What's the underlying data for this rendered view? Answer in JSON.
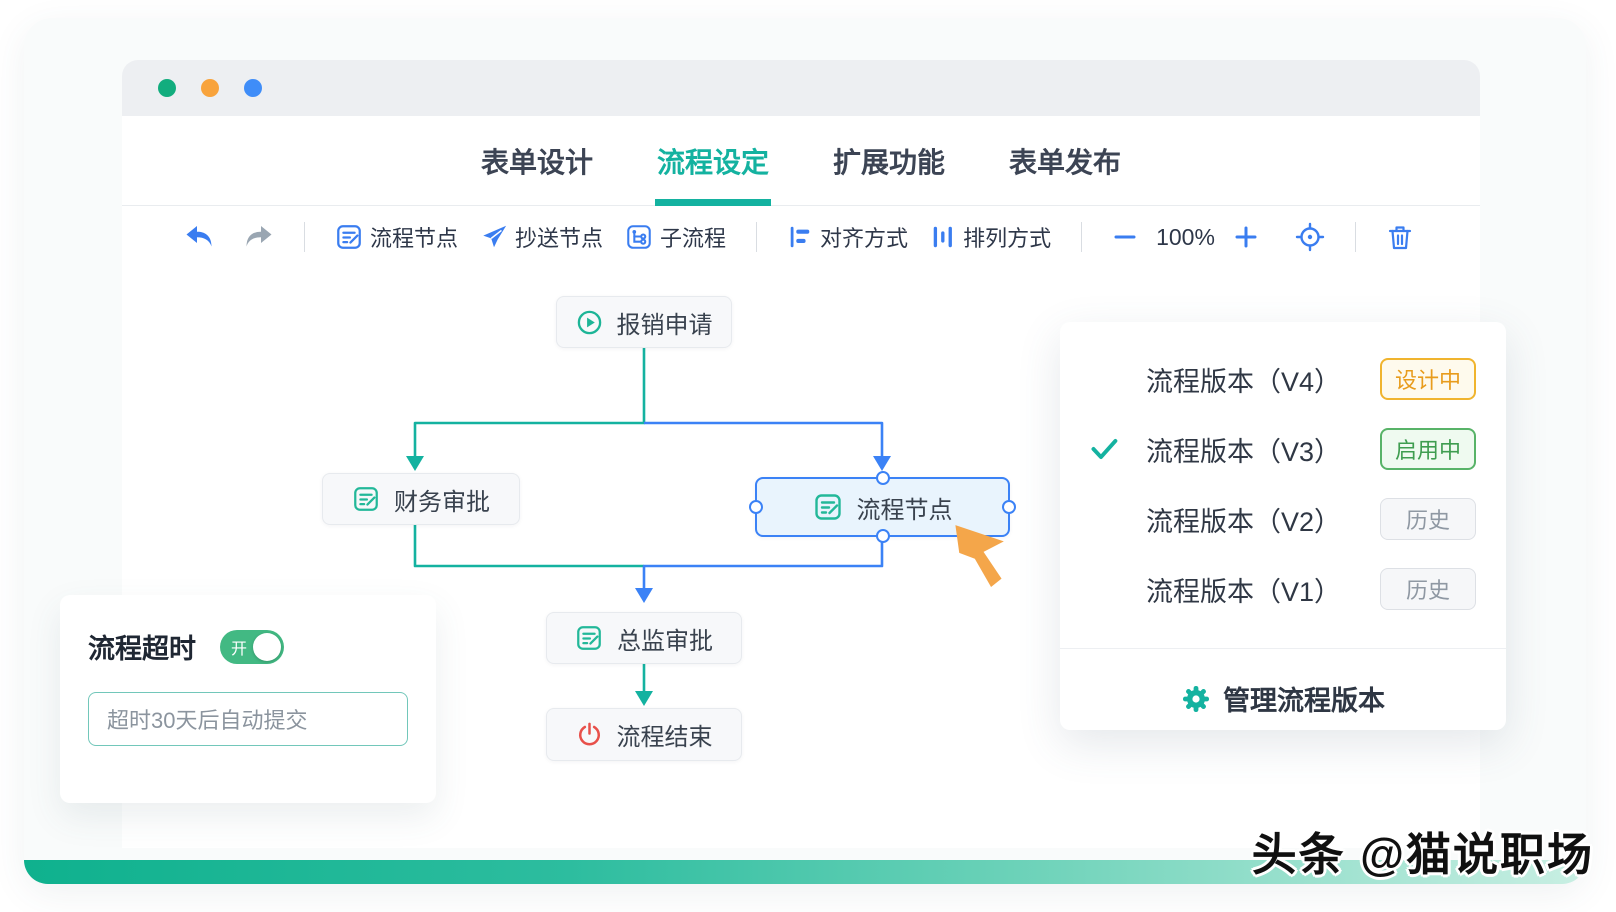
{
  "tabs": {
    "items": [
      {
        "label": "表单设计",
        "active": false
      },
      {
        "label": "流程设定",
        "active": true
      },
      {
        "label": "扩展功能",
        "active": false
      },
      {
        "label": "表单发布",
        "active": false
      }
    ]
  },
  "toolbar": {
    "node_button": "流程节点",
    "cc_button": "抄送节点",
    "subflow_button": "子流程",
    "align_button": "对齐方式",
    "arrange_button": "排列方式",
    "zoom_level": "100%"
  },
  "flow": {
    "nodes": [
      {
        "label": "报销申请",
        "type": "start"
      },
      {
        "label": "财务审批",
        "type": "approval"
      },
      {
        "label": "流程节点",
        "type": "approval",
        "selected": true
      },
      {
        "label": "总监审批",
        "type": "approval"
      },
      {
        "label": "流程结束",
        "type": "end"
      }
    ]
  },
  "version_panel": {
    "items": [
      {
        "label": "流程版本（V4）",
        "badge": "设计中",
        "status": "design",
        "checked": false
      },
      {
        "label": "流程版本（V3）",
        "badge": "启用中",
        "status": "active",
        "checked": true
      },
      {
        "label": "流程版本（V2）",
        "badge": "历史",
        "status": "history",
        "checked": false
      },
      {
        "label": "流程版本（V1）",
        "badge": "历史",
        "status": "history",
        "checked": false
      }
    ],
    "manage_label": "管理流程版本"
  },
  "timeout_panel": {
    "title": "流程超时",
    "toggle_label": "开",
    "input_value": "超时30天后自动提交"
  },
  "watermark": "头条 @猫说职场",
  "colors": {
    "accent_teal": "#14b2a0",
    "accent_blue": "#3b82f6",
    "toggle_green": "#42b983",
    "end_red": "#e8504a",
    "badge_design": "#e89c1c",
    "badge_active": "#3f9d50",
    "badge_history": "#8f98a3"
  }
}
